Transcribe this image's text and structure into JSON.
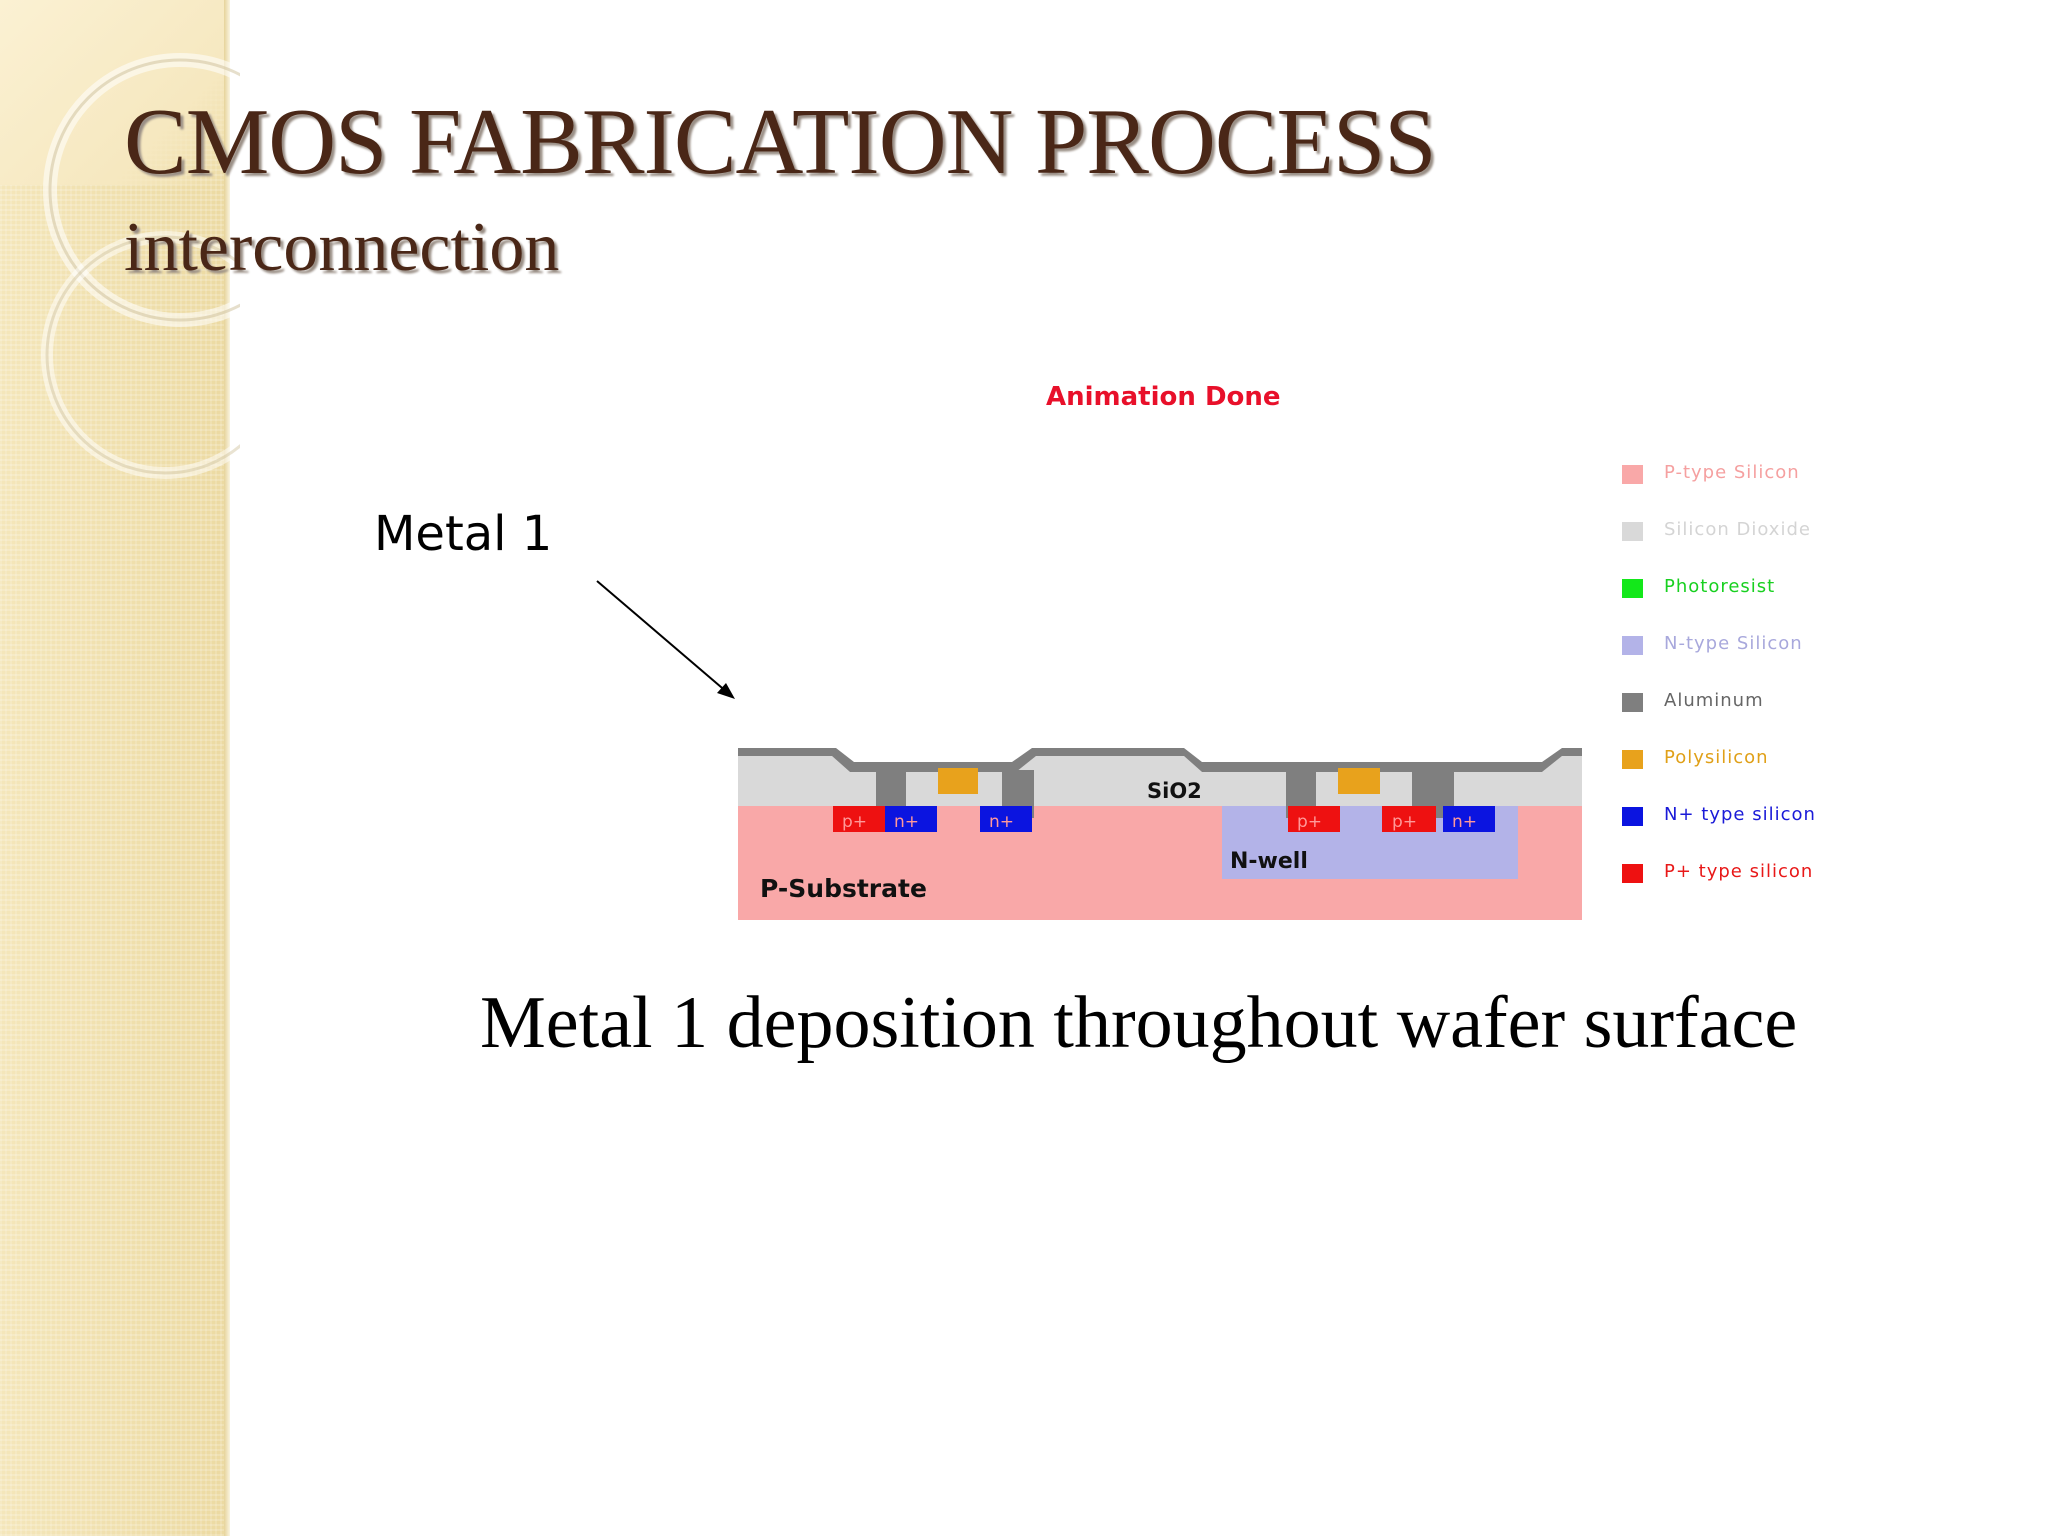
{
  "slide": {
    "title": "CMOS FABRICATION  PROCESS",
    "subtitle": "interconnection",
    "caption": "Metal 1 deposition throughout wafer surface"
  },
  "diagram": {
    "status": "Animation Done",
    "callout": "Metal 1",
    "labels": {
      "substrate": "P-Substrate",
      "oxide": "SiO2",
      "well": "N-well"
    },
    "diffusion_labels": [
      "p+",
      "n+",
      "n+",
      "p+",
      "p+",
      "n+"
    ],
    "legend": [
      {
        "label": "P-type Silicon",
        "color": "#f9a8a8",
        "text_color": "#f5a0a0"
      },
      {
        "label": "Silicon Dioxide",
        "color": "#d9d9d9",
        "text_color": "#d4d4d4"
      },
      {
        "label": "Photoresist",
        "color": "#13e81a",
        "text_color": "#18d020"
      },
      {
        "label": "N-type Silicon",
        "color": "#b3b3e8",
        "text_color": "#a8a8dc"
      },
      {
        "label": "Aluminum",
        "color": "#7f7f7f",
        "text_color": "#666666"
      },
      {
        "label": "Polysilicon",
        "color": "#e8a21c",
        "text_color": "#e0a018"
      },
      {
        "label": "N+ type silicon",
        "color": "#0b14e0",
        "text_color": "#1a1ad8"
      },
      {
        "label": "P+ type silicon",
        "color": "#ee1111",
        "text_color": "#e81818"
      }
    ]
  }
}
